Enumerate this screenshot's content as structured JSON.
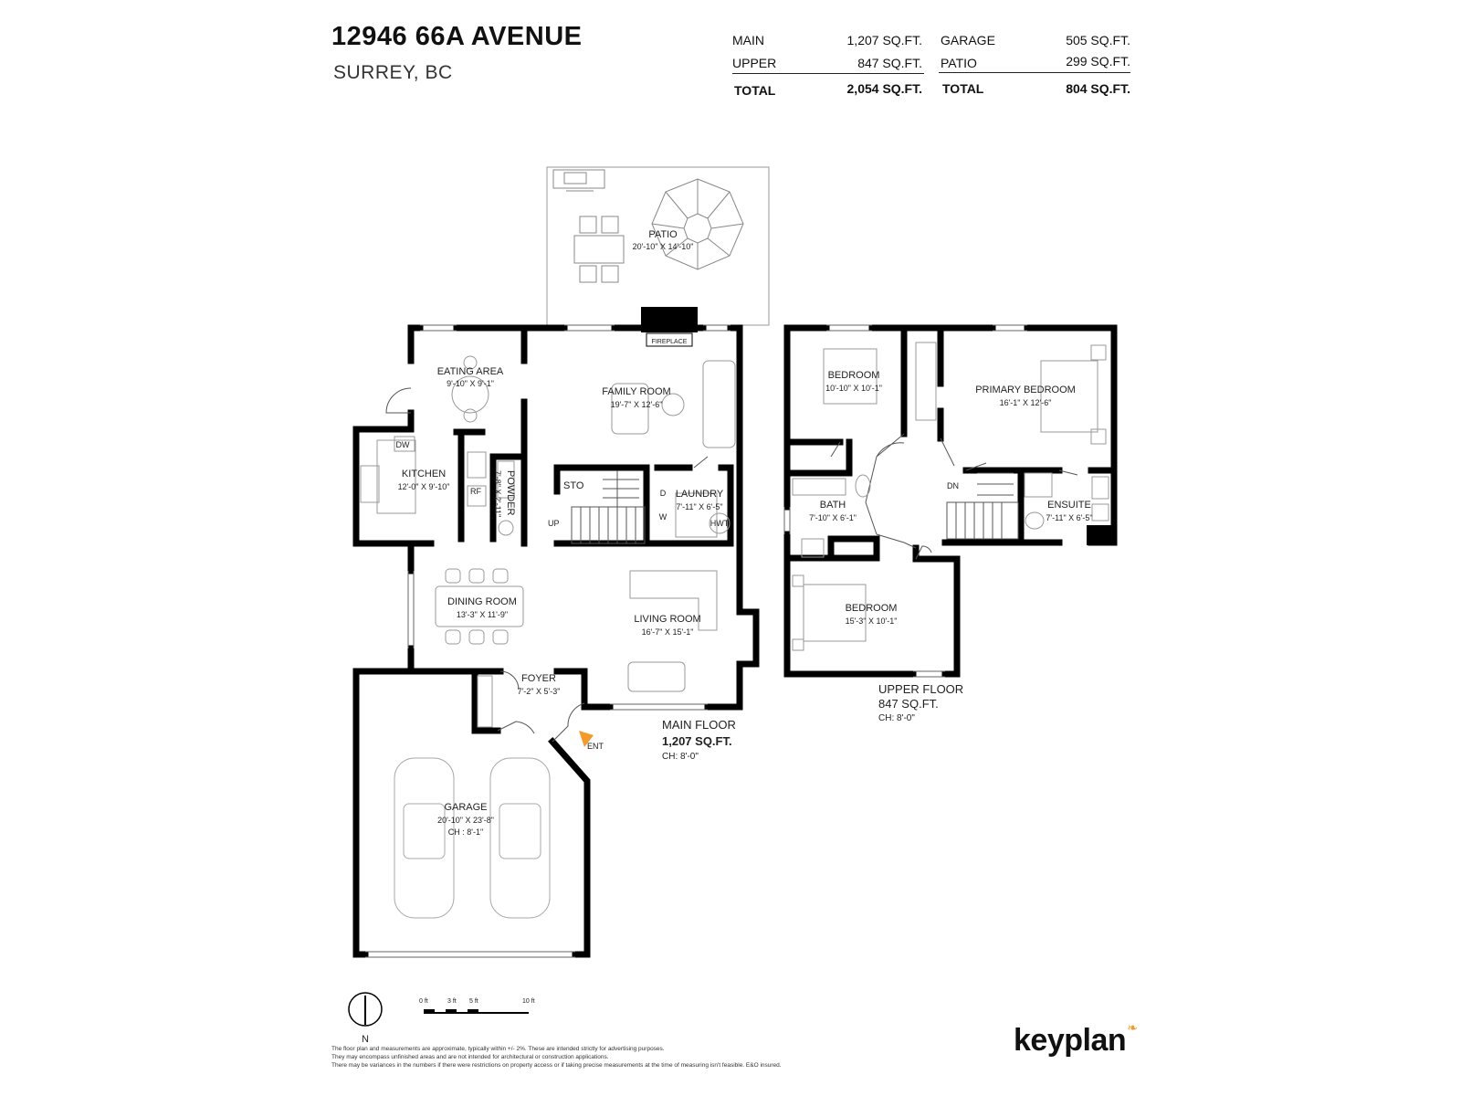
{
  "header": {
    "address": "12946 66A AVENUE",
    "city": "SURREY, BC"
  },
  "summary": {
    "left": [
      {
        "label": "MAIN",
        "value": "1,207 SQ.FT."
      },
      {
        "label": "UPPER",
        "value": "847 SQ.FT."
      }
    ],
    "left_total": {
      "label": "TOTAL",
      "value": "2,054 SQ.FT."
    },
    "right": [
      {
        "label": "GARAGE",
        "value": "505 SQ.FT."
      },
      {
        "label": "PATIO",
        "value": "299 SQ.FT."
      }
    ],
    "right_total": {
      "label": "TOTAL",
      "value": "804 SQ.FT."
    }
  },
  "rooms": {
    "patio": {
      "name": "PATIO",
      "dims": "20'-10\" X 14'-10\""
    },
    "fireplace": {
      "name": "FIREPLACE"
    },
    "eating_area": {
      "name": "EATING AREA",
      "dims": "9'-10\" X 9'-1\""
    },
    "family_room": {
      "name": "FAMILY ROOM",
      "dims": "19'-7\" X 12'-6\""
    },
    "kitchen": {
      "name": "KITCHEN",
      "dims": "12'-0\" X 9'-10\""
    },
    "powder": {
      "name": "POWDER",
      "dims": "7'-8\" X 2'-11\""
    },
    "sto": {
      "name": "STO"
    },
    "laundry": {
      "name": "LAUNDRY",
      "dims": "7'-11\" X 6'-5\""
    },
    "dining_room": {
      "name": "DINING ROOM",
      "dims": "13'-3\" X 11'-9\""
    },
    "living_room": {
      "name": "LIVING ROOM",
      "dims": "16'-7\" X 15'-1\""
    },
    "foyer": {
      "name": "FOYER",
      "dims": "7'-2\" X 5'-3\""
    },
    "garage": {
      "name": "GARAGE",
      "dims": "20'-10\" X 23'-8\"",
      "ceiling": "CH : 8'-1\""
    },
    "bedroom1": {
      "name": "BEDROOM",
      "dims": "10'-10\" X 10'-1\""
    },
    "primary_bedroom": {
      "name": "PRIMARY BEDROOM",
      "dims": "16'-1\" X 12'-6\""
    },
    "bath": {
      "name": "BATH",
      "dims": "7'-10\" X 6'-1\""
    },
    "ensuite": {
      "name": "ENSUITE",
      "dims": "7'-11\" X 6'-5\""
    },
    "bedroom2": {
      "name": "BEDROOM",
      "dims": "15'-3\" X 10'-1\""
    }
  },
  "fixtures": {
    "dw": "DW",
    "rf": "RF",
    "d": "D",
    "w": "W",
    "hwt": "HWT",
    "up": "UP",
    "dn": "DN",
    "ent": "ENT"
  },
  "floors": {
    "main": {
      "name": "MAIN FLOOR",
      "area": "1,207 SQ.FT.",
      "ceiling": "CH: 8'-0\""
    },
    "upper": {
      "name": "UPPER FLOOR",
      "area": "847 SQ.FT.",
      "ceiling": "CH: 8'-0\""
    }
  },
  "compass": {
    "label": "N"
  },
  "scale": {
    "t0": "0 ft",
    "t3": "3 ft",
    "t5": "5 ft",
    "t10": "10 ft"
  },
  "disclaimer": [
    "The floor plan and measurements are approximate, typically within +/- 2%. These are intended strictly for advertising purposes.",
    "They may encompass unfinished areas and are not intended for architectural or construction applications.",
    "There may be variances in the numbers if there were restrictions on property access or if taking precise measurements at the time of measuring isn't feasible. E&O insured."
  ],
  "brand": {
    "name": "keyplan",
    "accent": "#f39a2a"
  }
}
